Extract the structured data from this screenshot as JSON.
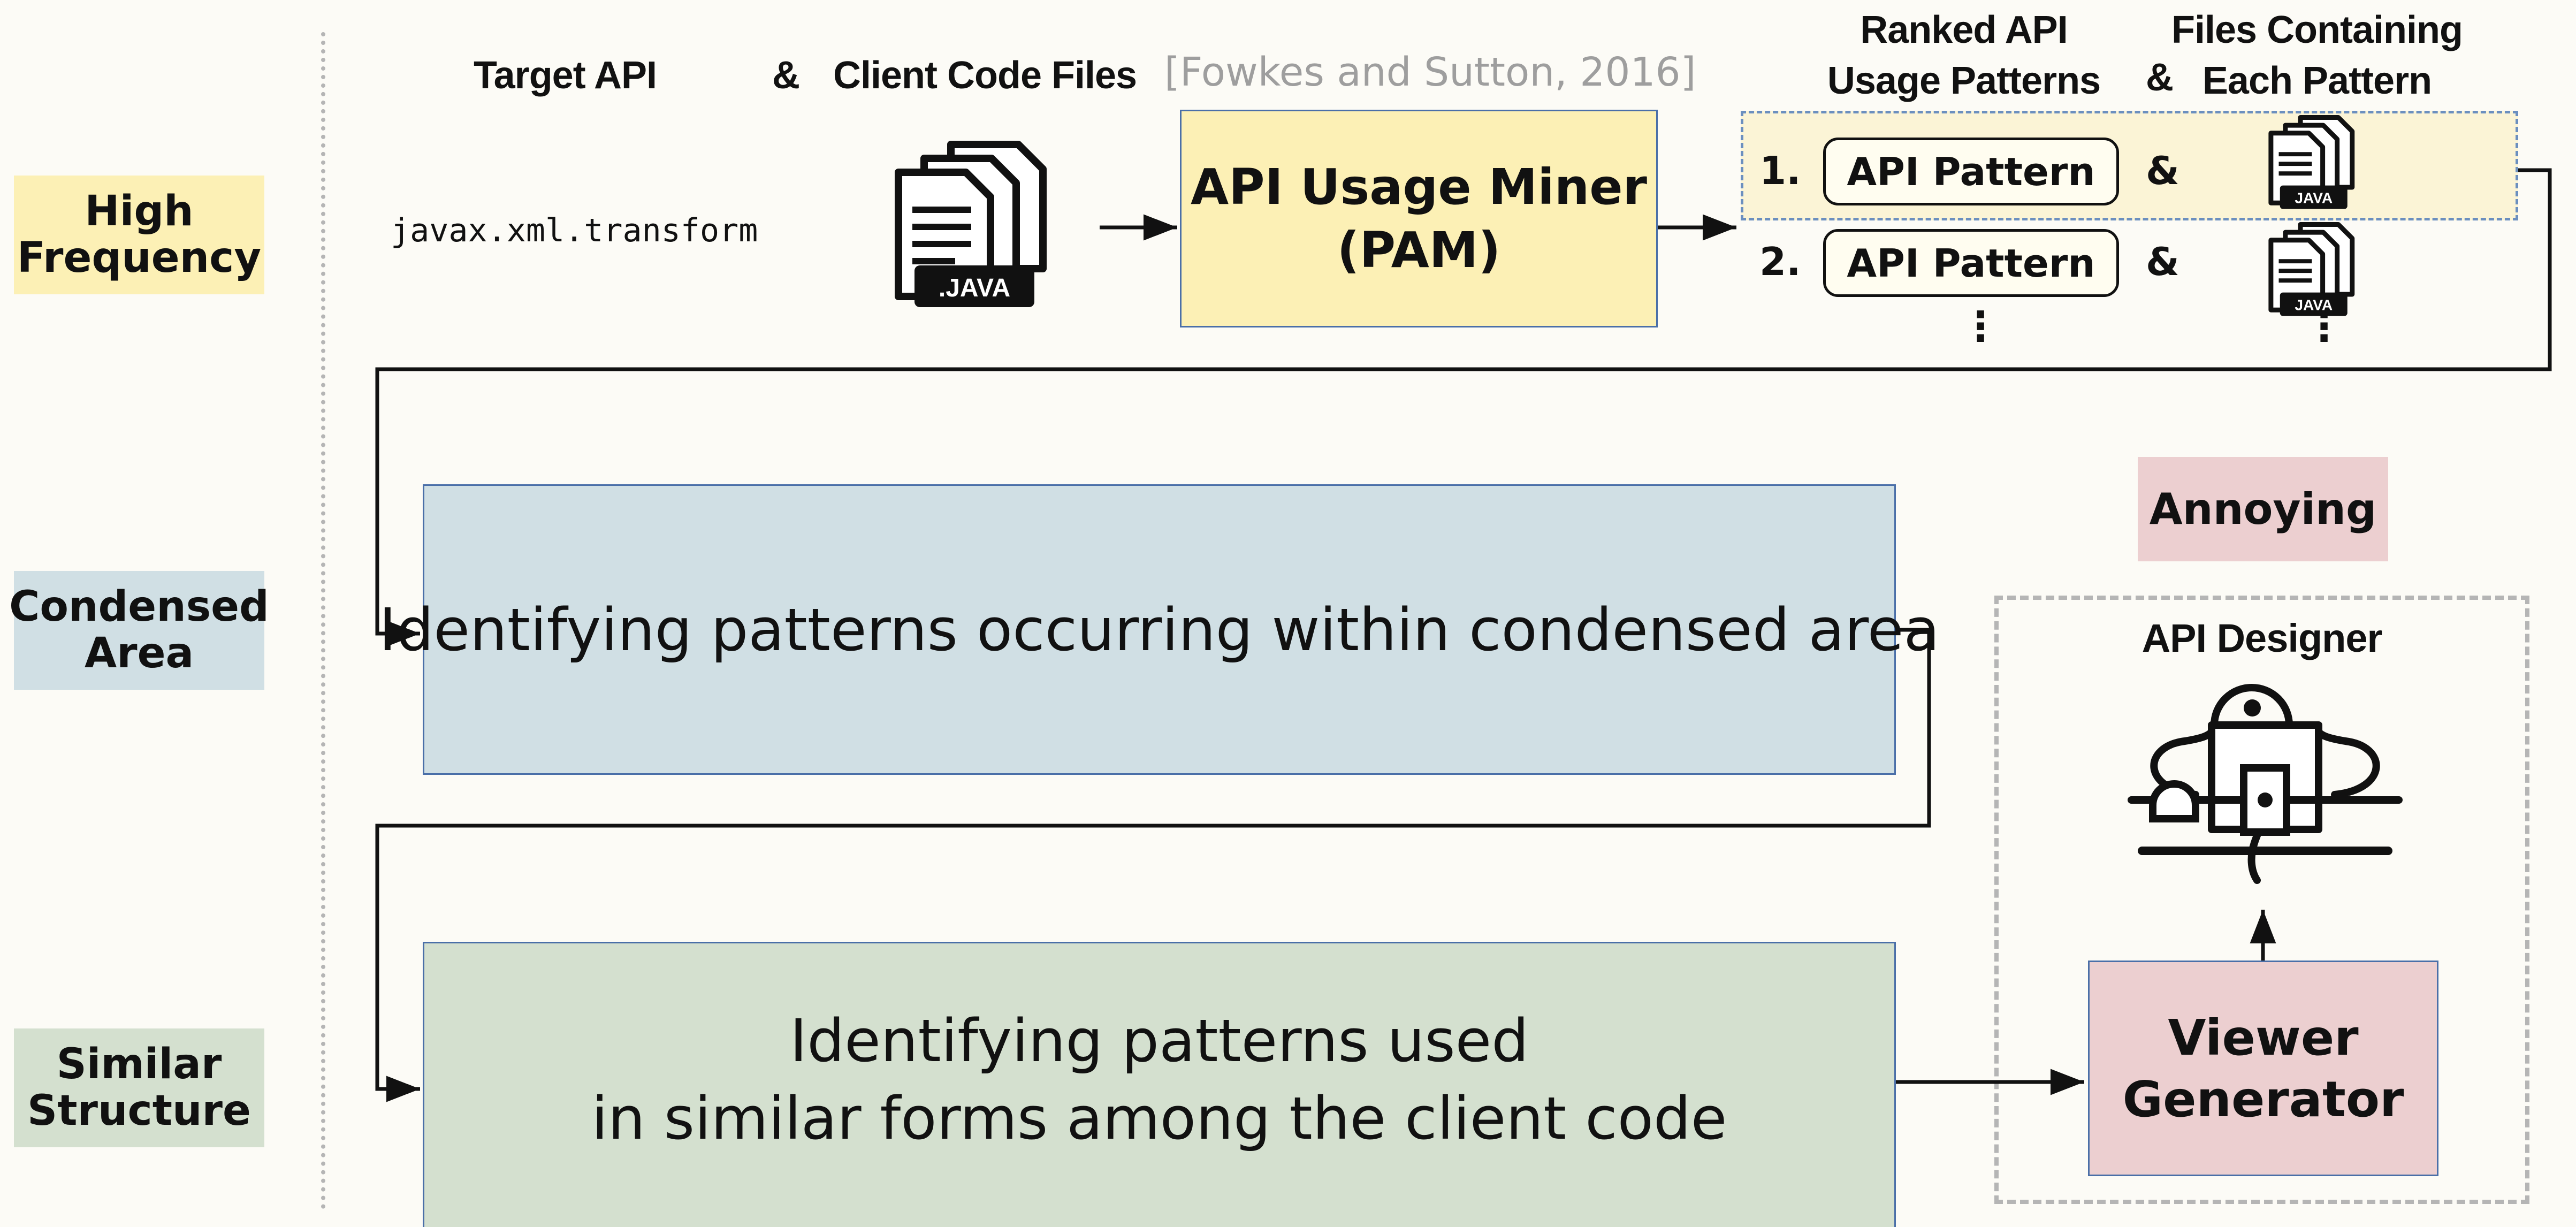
{
  "side_labels": {
    "high_frequency": "High\nFrequency",
    "condensed_area": "Condensed\nArea",
    "similar_structure": "Similar\nStructure"
  },
  "headers": {
    "target_api": "Target API",
    "amp1": "&",
    "client_code_files": "Client Code Files",
    "citation": "[Fowkes and Sutton, 2016]",
    "ranked_patterns": "Ranked API\nUsage Patterns",
    "amp2": "&",
    "files_containing": "Files Containing\nEach Pattern"
  },
  "target_api_value": "javax.xml.transform",
  "file_icon_label": ".JAVA",
  "file_icon_small_label": "JAVA",
  "miner_box": "API Usage Miner\n(PAM)",
  "ranked_list": [
    {
      "num": "1.",
      "pattern": "API Pattern",
      "amp": "&"
    },
    {
      "num": "2.",
      "pattern": "API Pattern",
      "amp": "&"
    }
  ],
  "ellipsis": "⋮",
  "condensed_box": "Identifying patterns occurring within condensed area",
  "similar_box": "Identifying patterns used\nin similar forms among the client code",
  "annoying_label": "Annoying",
  "api_designer_label": "API Designer",
  "viewer_generator": "Viewer\nGenerator",
  "colors": {
    "yellow": "#fcf0b5",
    "blue": "#d0dfe4",
    "green": "#d4e0cf",
    "pink": "#eccfd0",
    "background": "#fcfbf6"
  }
}
